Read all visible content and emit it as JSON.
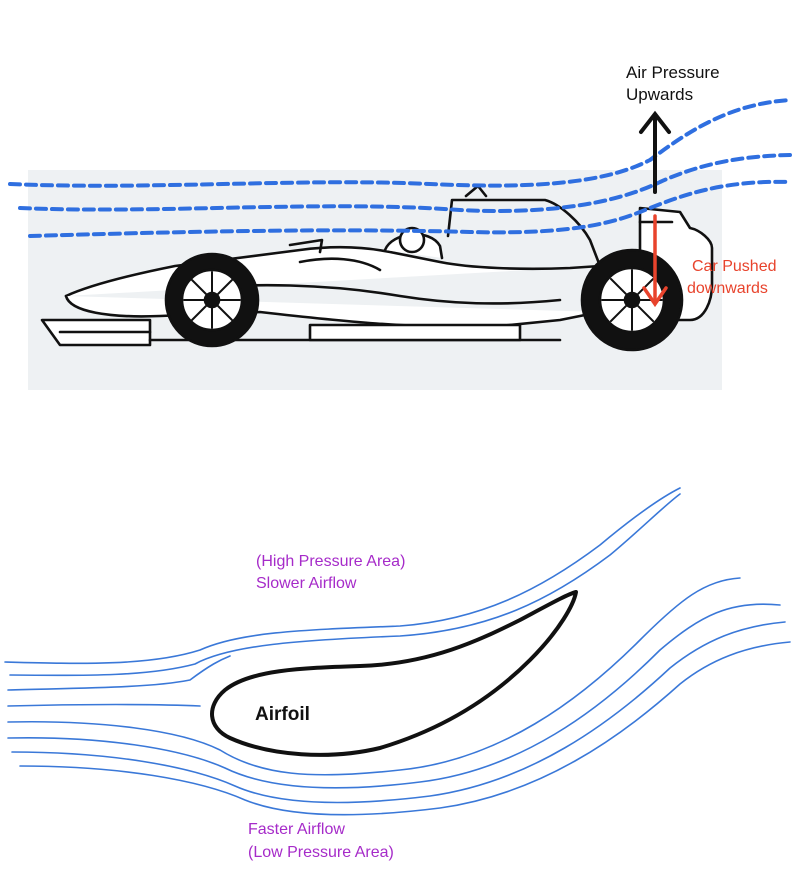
{
  "labels": {
    "air_pressure_line1": "Air Pressure",
    "air_pressure_line2": "Upwards",
    "car_pushed_line1": "Car Pushed",
    "car_pushed_line2": "downwards",
    "high_pressure": "(High Pressure Area)",
    "slower_airflow": "Slower Airflow",
    "airfoil": "Airfoil",
    "faster_airflow": "Faster Airflow",
    "low_pressure": "(Low Pressure Area)"
  },
  "colors": {
    "airflow_dashed": "#2f6fe0",
    "airflow_lines": "#3a78d8",
    "up_arrow": "#111111",
    "down_arrow": "#e8432c",
    "car_panel": "#eef1f3",
    "pressure_text": "#a62bc9"
  },
  "icons": [
    "formula-one-car-icon",
    "up-arrow-icon",
    "down-arrow-icon",
    "airfoil-shape-icon"
  ]
}
